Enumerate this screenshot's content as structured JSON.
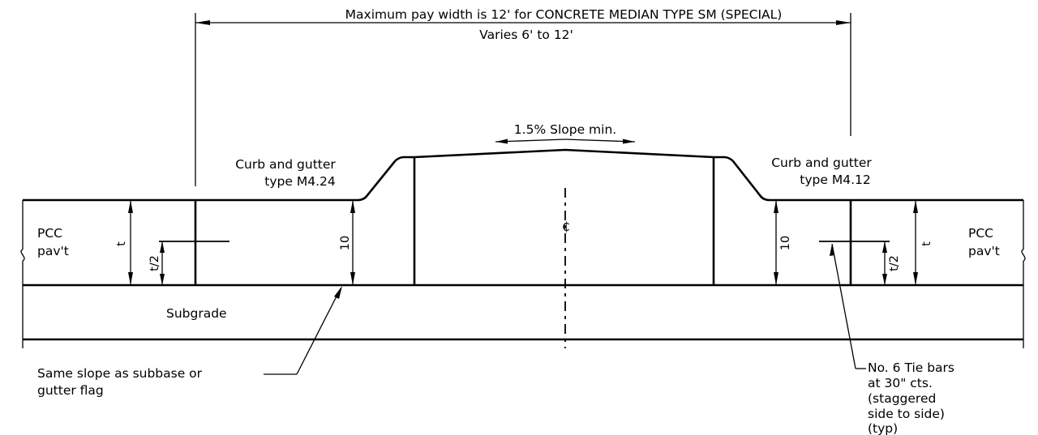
{
  "dimensions": {
    "max_pay_width": "Maximum pay width is 12' for CONCRETE MEDIAN TYPE SM (SPECIAL)",
    "varies": "Varies 6' to 12'"
  },
  "slope_label": "1.5% Slope min.",
  "centerline_symbol": "₵",
  "curb_left": {
    "line1": "Curb and gutter",
    "line2": "type M4.24"
  },
  "curb_right": {
    "line1": "Curb and gutter",
    "line2": "type M4.12"
  },
  "pcc_left": {
    "line1": "PCC",
    "line2": "pav't"
  },
  "pcc_right": {
    "line1": "PCC",
    "line2": "pav't"
  },
  "thickness_t": "t",
  "thickness_half_t": "t/2",
  "depth_10": "10",
  "subgrade_label": "Subgrade",
  "slope_note": {
    "line1": "Same slope as subbase or",
    "line2": "gutter flag"
  },
  "tie_bars_note": {
    "line1": "No. 6 Tie bars",
    "line2": "at 30\" cts.",
    "line3": "(staggered",
    "line4": "side to side)",
    "line5": "(typ)"
  }
}
